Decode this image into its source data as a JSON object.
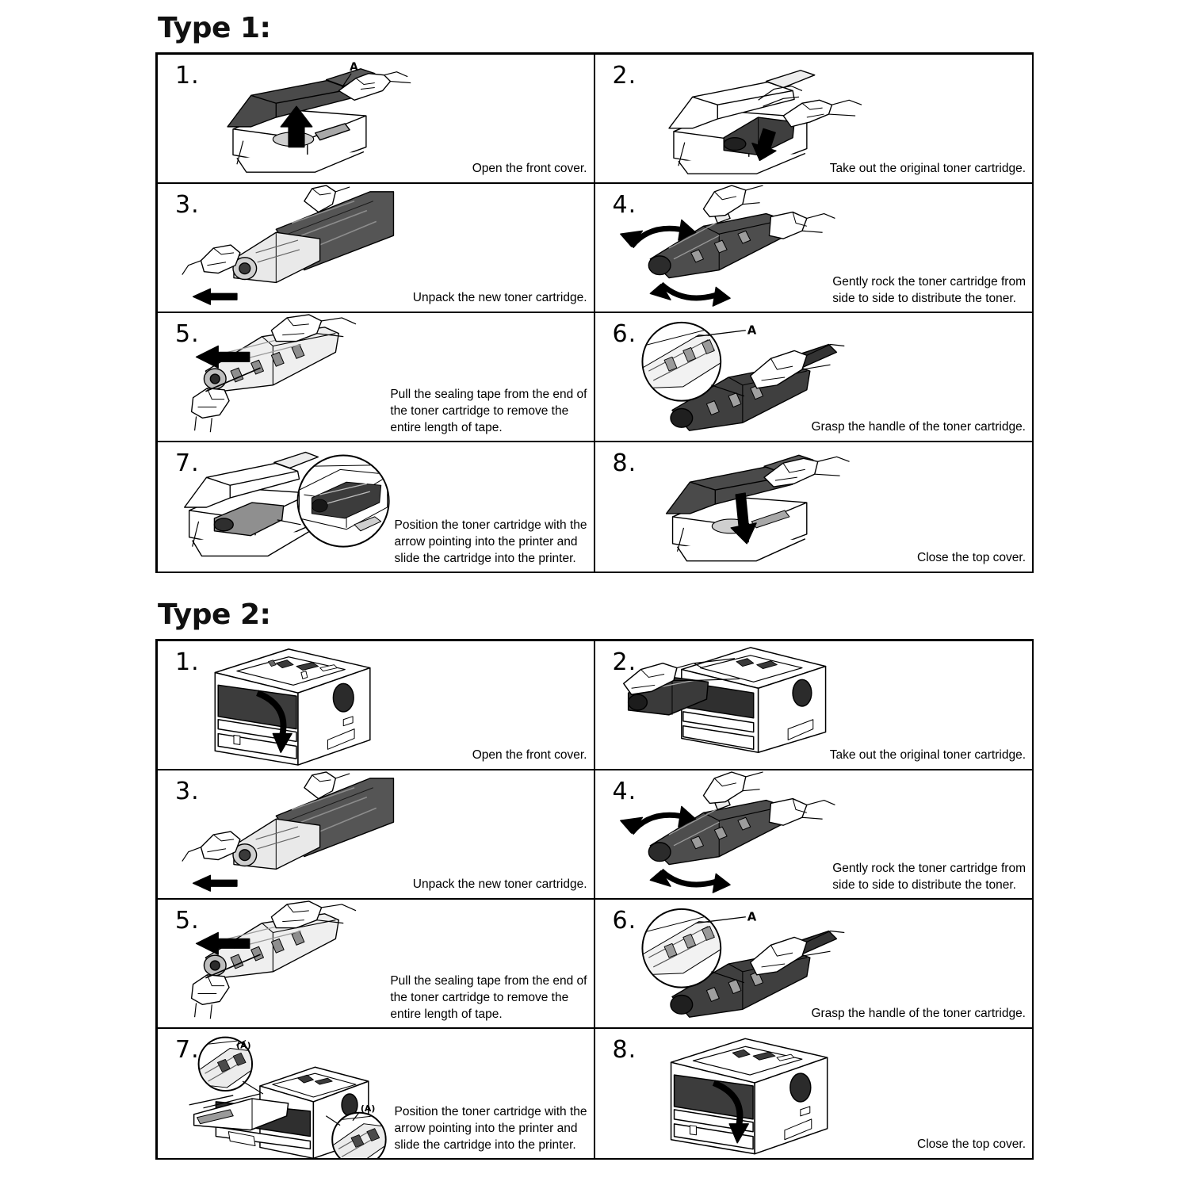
{
  "document": {
    "kind": "printer-toner-cartridge-installation-instructions"
  },
  "sections": [
    {
      "id": "type-1",
      "title": "Type 1:",
      "printer_style": "flatbed-multifunction-printer-with-lift-up-top-cover",
      "steps": [
        {
          "number": "1.",
          "caption": "Open the front cover.",
          "illustration": "printer-top-cover-lifted-with-hand-and-up-arrow",
          "callout": "A"
        },
        {
          "number": "2.",
          "caption": "Take out the original toner cartridge.",
          "illustration": "hands-removing-toner-cartridge-from-open-printer",
          "callout": ""
        },
        {
          "number": "3.",
          "caption": "Unpack the new toner cartridge.",
          "illustration": "hands-pulling-cartridge-out-of-plastic-bag-with-left-arrow",
          "callout": ""
        },
        {
          "number": "4.",
          "caption": "Gently rock the toner cartridge from\nside to side to distribute the toner.",
          "illustration": "hands-holding-cartridge-with-two-curved-rocking-arrows",
          "callout": ""
        },
        {
          "number": "5.",
          "caption": "Pull the sealing tape from the end of\nthe toner cartridge to remove the\nentire length of tape.",
          "illustration": "hand-pulling-sealing-tape-from-cartridge-end-with-left-arrow",
          "callout": ""
        },
        {
          "number": "6.",
          "caption": "Grasp the handle of the toner cartridge.",
          "illustration": "hand-grasping-cartridge-handle-with-magnifier-detail",
          "callout": "A"
        },
        {
          "number": "7.",
          "caption": "Position the toner cartridge with the\narrow pointing into the printer and\nslide the cartridge into the printer.",
          "illustration": "cartridge-sliding-into-open-printer-with-magnifier-detail",
          "callout": ""
        },
        {
          "number": "8.",
          "caption": "Close the top cover.",
          "illustration": "hand-closing-printer-top-cover-with-down-arrow",
          "callout": ""
        }
      ]
    },
    {
      "id": "type-2",
      "title": "Type 2:",
      "printer_style": "desktop-laser-printer-with-drop-down-front-cover",
      "steps": [
        {
          "number": "1.",
          "caption": "Open the front cover.",
          "illustration": "laser-printer-front-cover-opening-with-down-arrow",
          "callout": ""
        },
        {
          "number": "2.",
          "caption": "Take out the original toner cartridge.",
          "illustration": "hand-pulling-toner-cartridge-out-of-printer-front",
          "callout": ""
        },
        {
          "number": "3.",
          "caption": "Unpack the new toner cartridge.",
          "illustration": "hands-pulling-cartridge-out-of-plastic-bag-with-left-arrow",
          "callout": ""
        },
        {
          "number": "4.",
          "caption": "Gently rock the toner cartridge from\nside to side to distribute the toner.",
          "illustration": "hands-holding-cartridge-with-two-curved-rocking-arrows",
          "callout": ""
        },
        {
          "number": "5.",
          "caption": "Pull the sealing tape from the end of\nthe toner cartridge to remove the\nentire length of tape.",
          "illustration": "hand-pulling-sealing-tape-from-cartridge-end-with-left-arrow",
          "callout": ""
        },
        {
          "number": "6.",
          "caption": "Grasp the handle of the toner cartridge.",
          "illustration": "hand-grasping-cartridge-handle-with-magnifier-detail",
          "callout": "A"
        },
        {
          "number": "7.",
          "caption": "Position the toner cartridge with the\narrow pointing into the printer and\nslide the cartridge into the printer.",
          "illustration": "cartridge-sliding-into-laser-printer-with-two-magnifier-details",
          "callout": "(A)",
          "callout_2": "(A)"
        },
        {
          "number": "8.",
          "caption": "Close the top cover.",
          "illustration": "laser-printer-front-cover-closing-with-down-arrow",
          "callout": ""
        }
      ]
    }
  ],
  "colors": {
    "ink": "#000000",
    "paper": "#ffffff",
    "shade_dark": "#3a3a3a",
    "shade_mid": "#8c8c8c",
    "shade_light": "#d8d8d8"
  }
}
